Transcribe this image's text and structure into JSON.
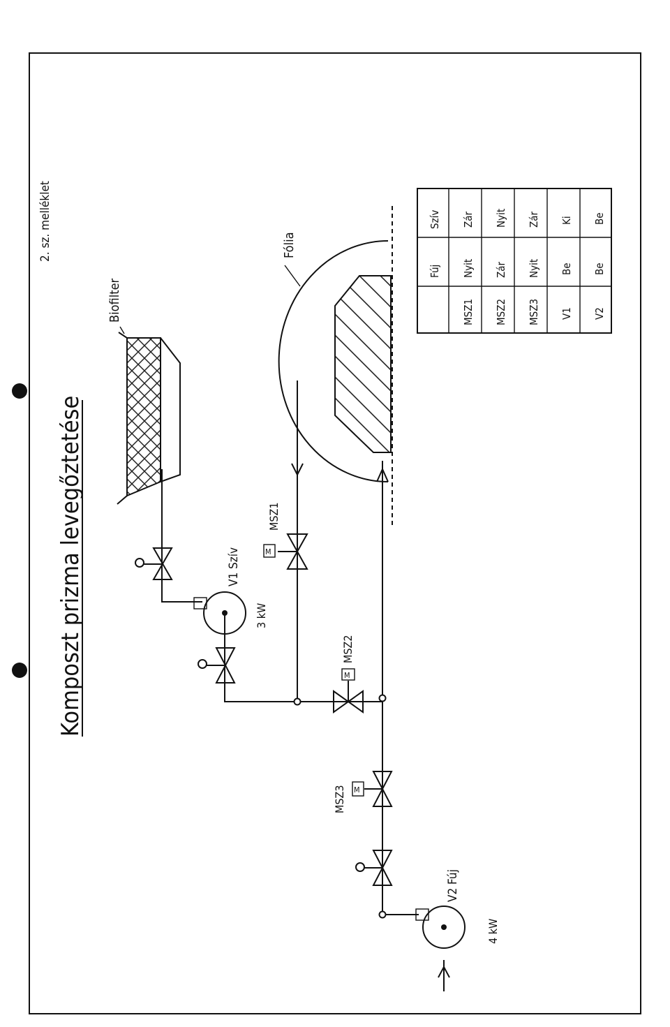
{
  "title": "Komposzt prizma levegőztetése",
  "annex": "2. sz. melléklet",
  "labels": {
    "biofilter": "Biofilter",
    "folia": "Fólia",
    "fan1": "V1 Szív",
    "fan1_power": "3 kW",
    "fan2": "V2 Fúj",
    "fan2_power": "4 kW",
    "msz1": "MSZ1",
    "msz2": "MSZ2",
    "msz3": "MSZ3",
    "motor": "M"
  },
  "table": {
    "headers": [
      "",
      "Fúj",
      "Szív"
    ],
    "rows": [
      [
        "MSZ1",
        "Nyit",
        "Zár"
      ],
      [
        "MSZ2",
        "Zár",
        "Nyit"
      ],
      [
        "MSZ3",
        "Nyit",
        "Zár"
      ],
      [
        "V1",
        "Be",
        "Ki"
      ],
      [
        "V2",
        "Be",
        "Be"
      ]
    ]
  }
}
